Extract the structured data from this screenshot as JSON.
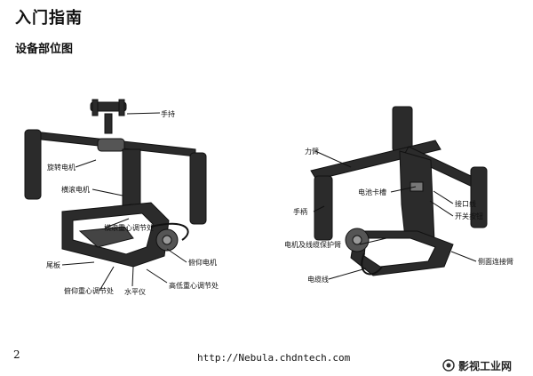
{
  "header": {
    "title": "入门指南",
    "subtitle": "设备部位图"
  },
  "left_figure": {
    "labels": {
      "handle": "手持",
      "yaw_motor": "旋转电机",
      "roll_motor": "横滚电机",
      "roll_cg_adjust": "横滚重心调节处",
      "tail_plate": "尾板",
      "tilt_motor": "俯仰电机",
      "tilt_cg_adjust": "俯仰重心调节处",
      "level": "水平仪",
      "height_cg_adjust": "高低重心调节处"
    }
  },
  "right_figure": {
    "labels": {
      "arm": "力臂",
      "battery_slot": "电池卡槽",
      "port_line": "接口线",
      "grip": "手柄",
      "power_button": "开关按钮",
      "cable_guard_arm": "电机及线缆保护臂",
      "side_connector_arm": "侧面连接臂",
      "cable": "电缆线"
    }
  },
  "footer": {
    "page_number": "2",
    "url": "http://Nebula.chdntech.com",
    "watermark": "影视工业网"
  }
}
